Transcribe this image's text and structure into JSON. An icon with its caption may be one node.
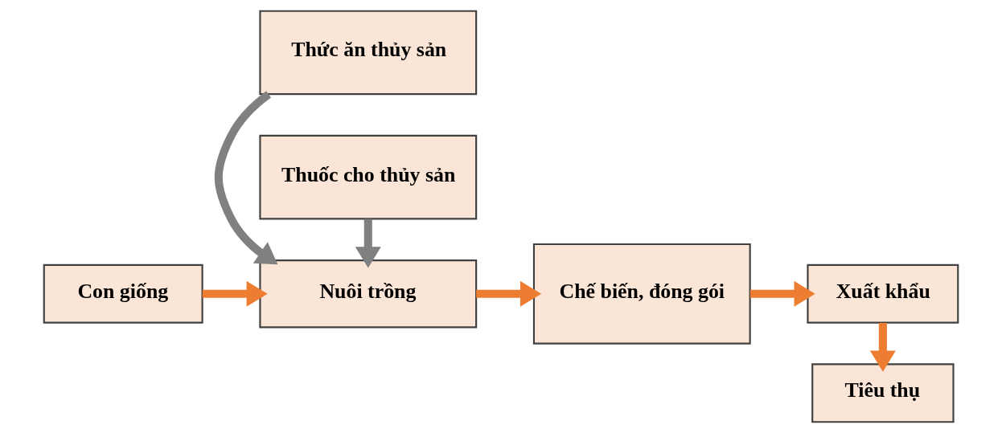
{
  "diagram": {
    "nodes": [
      {
        "text": [
          "Thức ăn thủy sản"
        ]
      },
      {
        "text": [
          "Con giống"
        ]
      },
      {
        "text": [
          "Nuôi trồng"
        ]
      },
      {
        "text": [
          "Chế biến, đóng gói"
        ]
      },
      {
        "text": [
          "Xuất khẩu"
        ]
      },
      {
        "text": [
          "Thuốc cho thủy sản"
        ]
      },
      {
        "text": [
          "Tiêu thụ"
        ]
      }
    ],
    "edges": [
      {
        "from": 0,
        "to": 2,
        "arrow": "to",
        "color": "#808080"
      },
      {
        "from": 1,
        "to": 2,
        "arrow": "to"
      },
      {
        "from": 5,
        "to": 2,
        "arrow": "to",
        "color": "#808080"
      },
      {
        "from": 2,
        "to": 3,
        "arrow": "to"
      },
      {
        "from": 3,
        "to": 4,
        "arrow": "to"
      },
      {
        "from": 4,
        "to": 6,
        "arrow": "to"
      }
    ]
  }
}
